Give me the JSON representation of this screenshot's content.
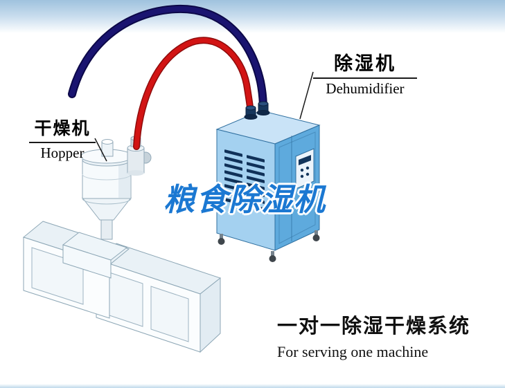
{
  "labels": {
    "dehumidifier": {
      "zh": "除湿机",
      "en": "Dehumidifier"
    },
    "hopper": {
      "zh": "干燥机",
      "en": "Hopper"
    }
  },
  "watermark": {
    "text": "粮食除湿机",
    "color": "#1b78d2"
  },
  "caption": {
    "zh": "一对一除湿干燥系统",
    "en": "For serving one machine"
  },
  "colors": {
    "sky": "#9fc2de",
    "pipe_return": "#1a1470",
    "pipe_supply": "#d21414",
    "cabinet_front": "#a4d1f0",
    "cabinet_side": "#5eaadd",
    "cabinet_top": "#c9e3f7",
    "vent_slots": "#103158"
  },
  "diagram": {
    "type": "product-illustration",
    "components": [
      "extruder-machine",
      "hopper-dryer",
      "dehumidifier-cabinet",
      "return-air-pipe",
      "supply-air-pipe"
    ]
  }
}
